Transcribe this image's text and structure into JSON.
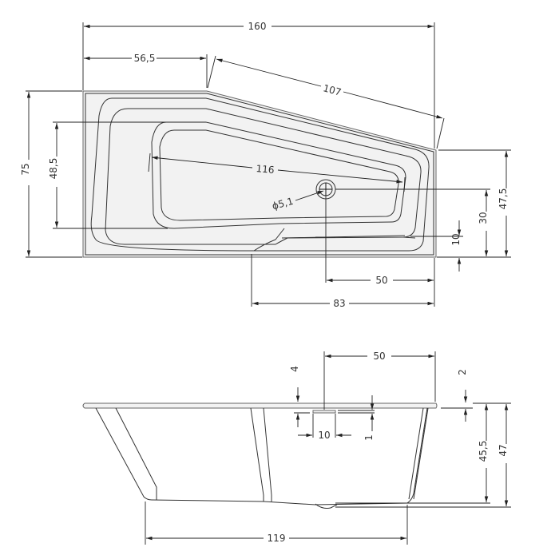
{
  "drawing": {
    "top_view": {
      "overall_length": "160",
      "straight_edge_length": "56,5",
      "angled_edge_length": "107",
      "overall_width": "75",
      "inner_width": "48,5",
      "inner_length": "116",
      "drain_diameter": "ϕ5,1",
      "narrow_end_width": "47,5",
      "drain_offset_y": "30",
      "drain_offset_x": "50",
      "overflow_offset": "10",
      "straight_front_length": "83"
    },
    "side_view": {
      "drain_offset_x": "50",
      "rim_offset_left": "4",
      "rim_thickness": "2",
      "overflow_width": "10",
      "overflow_gap": "1",
      "inner_height": "45,5",
      "overall_height": "47",
      "base_length": "119"
    }
  }
}
